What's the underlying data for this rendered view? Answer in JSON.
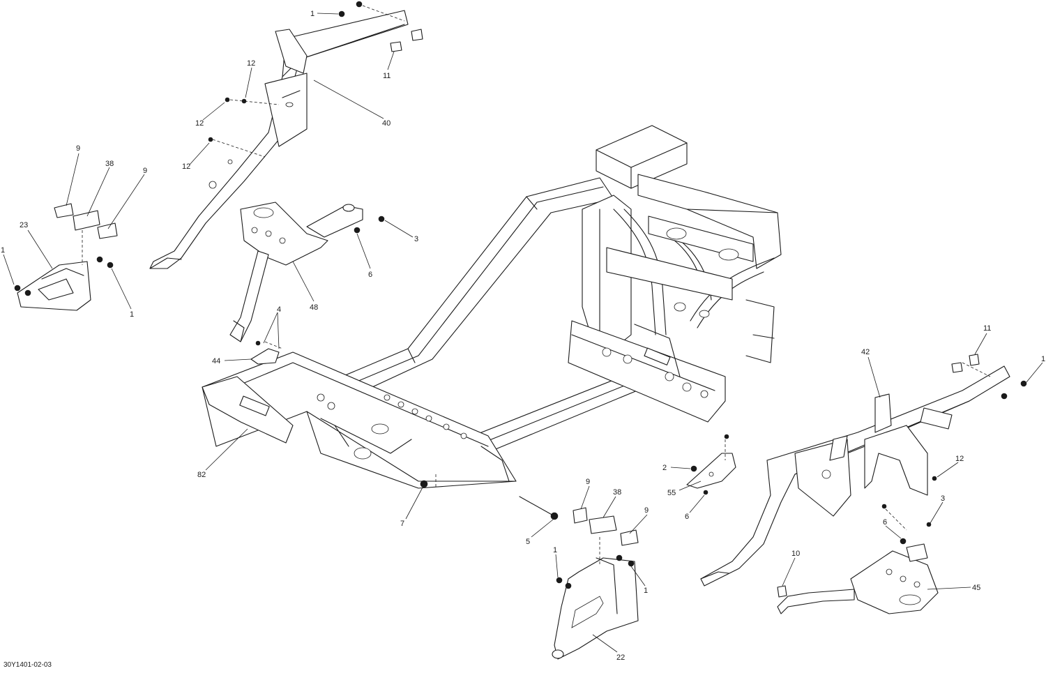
{
  "diagram": {
    "code": "30Y1401-02-03",
    "callouts": [
      {
        "id": "c-1-top",
        "text": "1"
      },
      {
        "id": "c-11-top",
        "text": "11"
      },
      {
        "id": "c-12-a",
        "text": "12"
      },
      {
        "id": "c-12-b",
        "text": "12"
      },
      {
        "id": "c-12-c",
        "text": "12"
      },
      {
        "id": "c-40",
        "text": "40"
      },
      {
        "id": "c-9-left-a",
        "text": "9"
      },
      {
        "id": "c-38-left",
        "text": "38"
      },
      {
        "id": "c-9-left-b",
        "text": "9"
      },
      {
        "id": "c-23",
        "text": "23"
      },
      {
        "id": "c-1-left-a",
        "text": "1"
      },
      {
        "id": "c-1-left-b",
        "text": "1"
      },
      {
        "id": "c-3-top",
        "text": "3"
      },
      {
        "id": "c-6-top",
        "text": "6"
      },
      {
        "id": "c-48",
        "text": "48"
      },
      {
        "id": "c-4",
        "text": "4"
      },
      {
        "id": "c-44",
        "text": "44"
      },
      {
        "id": "c-82",
        "text": "82"
      },
      {
        "id": "c-7",
        "text": "7"
      },
      {
        "id": "c-5",
        "text": "5"
      },
      {
        "id": "c-9-mid-a",
        "text": "9"
      },
      {
        "id": "c-38-mid",
        "text": "38"
      },
      {
        "id": "c-9-mid-b",
        "text": "9"
      },
      {
        "id": "c-1-mid-a",
        "text": "1"
      },
      {
        "id": "c-1-mid-b",
        "text": "1"
      },
      {
        "id": "c-22",
        "text": "22"
      },
      {
        "id": "c-2",
        "text": "2"
      },
      {
        "id": "c-55",
        "text": "55"
      },
      {
        "id": "c-6-mid",
        "text": "6"
      },
      {
        "id": "c-42",
        "text": "42"
      },
      {
        "id": "c-11-right",
        "text": "11"
      },
      {
        "id": "c-1-right",
        "text": "1"
      },
      {
        "id": "c-12-right",
        "text": "12"
      },
      {
        "id": "c-3-right",
        "text": "3"
      },
      {
        "id": "c-6-right",
        "text": "6"
      },
      {
        "id": "c-10",
        "text": "10"
      },
      {
        "id": "c-45",
        "text": "45"
      }
    ]
  }
}
